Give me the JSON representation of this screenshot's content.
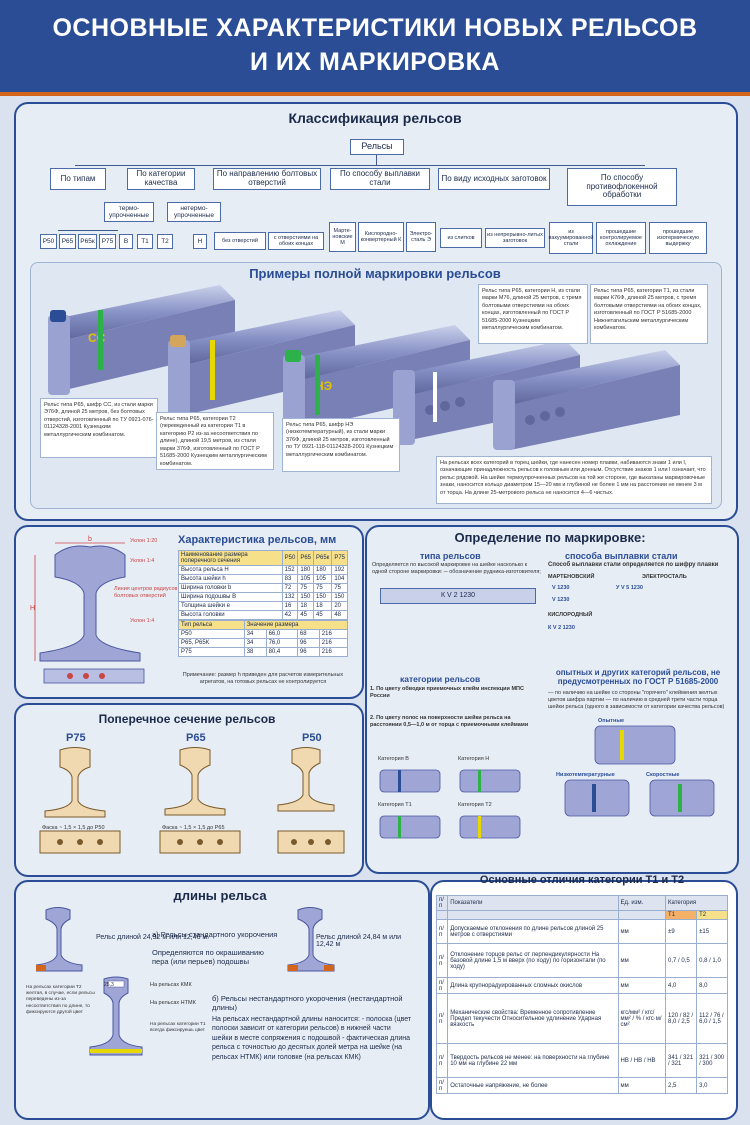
{
  "header": {
    "line1": "ОСНОВНЫЕ ХАРАКТЕРИСТИКИ НОВЫХ РЕЛЬСОВ",
    "line2": "И ИХ МАРКИРОВКА"
  },
  "classification": {
    "title": "Классификация рельсов",
    "root": "Рельсы",
    "categories": [
      "По типам",
      "По категории качества",
      "По направлению болтовых отверстий",
      "По способу выплавки стали",
      "По виду исходных заготовок",
      "По способу противофлокенной обработки"
    ],
    "sub_quality": [
      "термо-упрочненные",
      "нетермо-упрочненные"
    ],
    "types": [
      "Р50",
      "Р65",
      "Р65к",
      "Р75"
    ],
    "quality_leaves": [
      "В",
      "Т1",
      "Т2",
      "Н"
    ],
    "bolt_leaves": [
      "без отверстий",
      "с отверстиями на обоих концах"
    ],
    "steel_leaves": [
      "Марте-новские М",
      "Кислородно-конвертерный К",
      "Электро-сталь Э"
    ],
    "blank_leaves": [
      "из слитков",
      "из непрерывно-литых заготовок"
    ],
    "flake_leaves": [
      "из вакуумированной стали",
      "прошедшие контролируемое охлаждение",
      "прошедшие изотермическую выдержку"
    ]
  },
  "marking_examples": {
    "title": "Примеры полной маркировки рельсов",
    "note1": "Рельс типа Р65, шифр СС, из стали марки Э76Ф, длиной 25 метров, без болтовых отверстий, изготовленный по ТУ 0921-076-01124328-2001 Кузнецким металлургическим комбинатом.",
    "note2": "Рельс типа Р65, категории Т2 (переведенный из категории Т1 в категорию Р2 из-за несоответствия по длине), длиной 19,5 метров, из стали марки 376Ф, изготовленный по ГОСТ Р 51685-2000 Кузнецким металлургическим комбинатом.",
    "note3": "Рельс типа Р65, шифр НЭ (низкотемпературный), из стали марки 376Ф, длиной 25 метров, изготовленный по ТУ 0921-118-01124328-2001 Кузнецким металлургическим комбинатом.",
    "note4": "Рельс типа Р65, категории Н, из стали марки М76, длиной 25 метров, с тремя болтовыми отверстиями на обоих концах, изготовленный по ГОСТ Р 51685-2000 Кузнецким металлургическим комбинатом.",
    "note5": "Рельс типа Р65, категории Т1, из стали марки К76Ф, длиной 25 метров, с тремя болтовыми отверстиями на обоих концах, изготовленный по ГОСТ Р 51685-2000 Нижнетагильским металлургическим комбинатом.",
    "note6": "На рельсах всех категорий в торец шейки, где нанесен номер плавки, набиваются знаки 1 или I, означающие принадлежность рельсов к головным или донным. Отсутствие знаков 1 или I означает, что рельс рядовой. На шейке термоупрочненных рельсов на той же стороне, где выкатаны маркировочные знаки, наносится кольцо диаметром 15—20 мм и глубиной не более 1 мм на расстоянии не менее 3 м от торца. На длине 25-метрового рельса не наносится 4—6 чистых.",
    "mark_cc": "СС",
    "mark_ne": "НЭ"
  },
  "characteristics": {
    "title": "Характеристика рельсов, мм",
    "labels": {
      "b": "b",
      "angle1": "Уклон 1:20",
      "angle2": "Уклон 1:4",
      "center": "Линия центров радиусов болтовых отверстий",
      "angle3": "Уклон 1:4",
      "h": "H"
    },
    "table1_header": [
      "Наименование размера поперечного сечения",
      "Р50",
      "Р65",
      "Р65к",
      "Р75"
    ],
    "table1_rows": [
      [
        "Высота рельса H",
        "152",
        "180",
        "180",
        "192"
      ],
      [
        "Высота шейки h",
        "83",
        "105",
        "105",
        "104"
      ],
      [
        "Ширина головки b",
        "72",
        "75",
        "75",
        "75"
      ],
      [
        "Ширина подошвы B",
        "132",
        "150",
        "150",
        "150"
      ],
      [
        "Толщина шейки e",
        "16",
        "18",
        "18",
        "20"
      ],
      [
        "Высота головки",
        "42",
        "45",
        "45",
        "48"
      ]
    ],
    "table2_header": [
      "Тип рельса",
      "Значение размера",
      "",
      "",
      ""
    ],
    "table2_rows": [
      [
        "Р50",
        "34",
        "66,0",
        "68",
        "216"
      ],
      [
        "Р65, Р65К",
        "34",
        "76,0",
        "96",
        "216"
      ],
      [
        "Р75",
        "38",
        "80,4",
        "96",
        "216"
      ]
    ],
    "footnote": "Примечание: размер h приведен для расчетов измерительных агрегатов, на готовых рельсах не контролируется"
  },
  "cross": {
    "title": "Поперечное сечение рельсов",
    "r75": "Р75",
    "r65": "Р65",
    "r50": "Р50",
    "c1": "Фаска ~ 1,5 × 1,5 до Р50",
    "c2": "Фаска ~ 1,5 × 1,5 до Р65"
  },
  "definition": {
    "title": "Определение по маркировке:",
    "type_title": "типа рельсов",
    "method_title": "способа выплавки стали",
    "method_sub": "Способ выплавки стали определяется по шифру плавки",
    "type_text": "Определяется по высокой маркировке на шейке насколько к одной стороне маркировки: ─ обозначение рудника-изготовителя;",
    "m1": "МАРТЕНОВСКИЙ",
    "m2": "КИСЛОРОДНЫЙ",
    "m3": "ЭЛЕКТРОСТАЛЬ",
    "codes": [
      "V 1230",
      "V 1230",
      "К V 2 1230",
      "У V 5 1230"
    ],
    "cat_title": "категории рельсов",
    "cat1": "1. По цвету обводки приемочных клейм инспекции МПС России",
    "cat2": "2. По цвету полос на поверхности шейки рельса на расстоянии 0,5—1,0 м от торца с приемочными клеймами",
    "cat_labels": [
      "Категория В",
      "Категория Н",
      "Категория Т1",
      "Категория Т2"
    ],
    "exp_title": "опытных и других категорий рельсов, не предусмотренных по ГОСТ Р 51685-2000",
    "exp_text": "— по наличию на шейке со стороны \"горячего\" клеймения желтых цветов шифра партии — по наличию в средней трети части торца шейки рельса (одного в зависимости от категории качества рельсов)",
    "exp_labels": [
      "Опытные",
      "Низкотемпературные",
      "Скоростные"
    ]
  },
  "length": {
    "title": "длины рельса",
    "a": "а) Рельсы стандартного укорочения",
    "a_sub": "Определяются по окрашиванию пера (или перьев) подошвы",
    "len1": "Рельс длиной 24,92 м или 12,46 м",
    "len2": "Рельс длиной 24,84 м или 12,42 м",
    "b": "б) Рельсы нестандартного укорочения (нестандартной длины)",
    "b_text": "На рельсах нестандартной длины наносится: - полоска (цвет полоски зависит от категории рельсов) в нижней части шейки в месте сопряжения с подошвой - фактическая длина рельса с точностью до десятых долей метра на шейке (на рельсах НТМК) или головке (на рельсах КМК)",
    "kmk": "На рельсах КМК",
    "ntmk": "На рельсах НТМК",
    "side1": "На рельсах категории Т2 желтая, в случае, если рельсы переведены из-за несоответствия по длине, то фиксируются другой цвет",
    "side2": "На рельсах категории Т1 всегда фиксируешь цвет",
    "label_mark": "25,3"
  },
  "diff": {
    "title": "Основные отличия категории Т1 и Т2",
    "head": [
      "п/п",
      "Показатели",
      "Ед. изм.",
      "Категория",
      "",
      ""
    ],
    "cat_head": [
      "Т1",
      "Т2"
    ],
    "rows": [
      [
        "п/п",
        "Допускаемые отклонения по длине рельсов длиной 25 метров с отверстиями",
        "мм",
        "±9",
        "±15"
      ],
      [
        "п/п",
        "Отклонение торцов рельс от перпендикулярности На базовой длине 1,5 м     вверх (по ходу)     по горизонтали (по ходу)",
        "мм",
        "0,7 / 0,5",
        "0,8 / 1,0"
      ],
      [
        "п/п",
        "Длина крупнорадуированных сломных окислов",
        "мм",
        "4,0",
        "8,0"
      ],
      [
        "п/п",
        "Механические свойства: Временное сопротивление Предел текучести Относительное удлинение Ударная вязкость",
        "кгс/мм² / кгс/мм² / % / кгс·м/см²",
        "120 / 82 / 8,0 / 2,5",
        "112 / 76 / 6,0 / 1,5"
      ],
      [
        "п/п",
        "Твердость рельсов не менее: на поверхности на глубине 10 мм на глубине 22 мм",
        "НВ / НВ / НВ",
        "341 / 321 / 321",
        "321 / 300 / 300"
      ],
      [
        "п/п",
        "Остаточные напряжение, не более",
        "мм",
        "2,5",
        "3,0"
      ]
    ]
  },
  "colors": {
    "accent": "#d4651c",
    "brand": "#2a4d96",
    "panel": "#e7edf5"
  }
}
